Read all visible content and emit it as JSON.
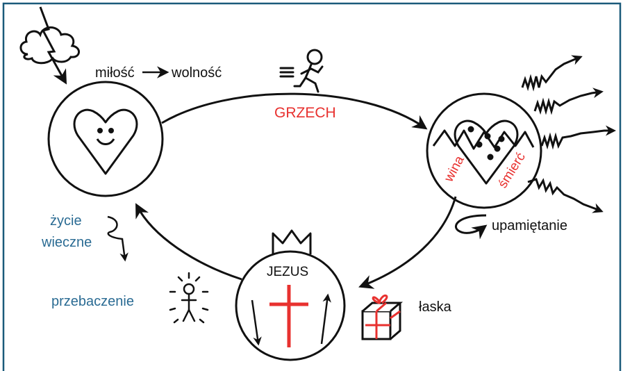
{
  "colors": {
    "frame": "#1b5a7a",
    "ink": "#111111",
    "red": "#e8312f",
    "blue": "#2a6b93"
  },
  "labels": {
    "love_freedom_left": "miłość",
    "love_freedom_right": "wolność",
    "sin": "GRZECH",
    "guilt": "wina",
    "death": "śmierć",
    "repentance": "upamiętanie",
    "jesus": "JEZUS",
    "grace": "łaska",
    "eternal_life_line1": "życie",
    "eternal_life_line2": "wieczne",
    "forgiveness": "przebaczenie"
  },
  "icons": {
    "storm": "cloud-lightning-icon",
    "runner": "running-figure-icon",
    "happy_heart": "smiling-heart-icon",
    "broken_heart": "darkened-heart-icon",
    "crown": "crown-icon",
    "cross": "cross-icon",
    "gift": "gift-box-icon",
    "glowing_person": "glowing-person-icon"
  }
}
